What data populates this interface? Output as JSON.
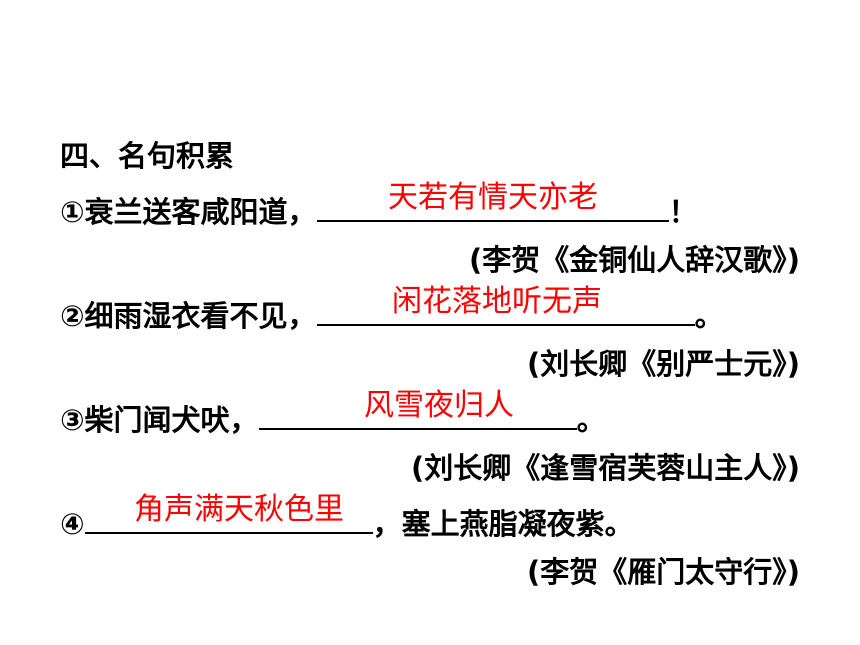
{
  "section_title": "四、名句积累",
  "items": [
    {
      "prefix": "①衰兰送客咸阳道，",
      "answer": "天若有情天亦老",
      "suffix": "！",
      "source": "(李贺《金铜仙人辞汉歌》)"
    },
    {
      "prefix": "②细雨湿衣看不见，",
      "answer": "闲花落地听无声",
      "suffix": "。",
      "source": "(刘长卿《别严士元》)"
    },
    {
      "prefix": "③柴门闻犬吠，",
      "answer": "风雪夜归人",
      "suffix": "。",
      "source": "(刘长卿《逢雪宿芙蓉山主人》)"
    },
    {
      "prefix": "④",
      "answer": "角声满天秋色里",
      "suffix": "，塞上燕脂凝夜紫。",
      "source": "(李贺《雁门太守行》)"
    }
  ],
  "colors": {
    "answer": "#ff0000",
    "text": "#000000",
    "background": "#ffffff"
  }
}
